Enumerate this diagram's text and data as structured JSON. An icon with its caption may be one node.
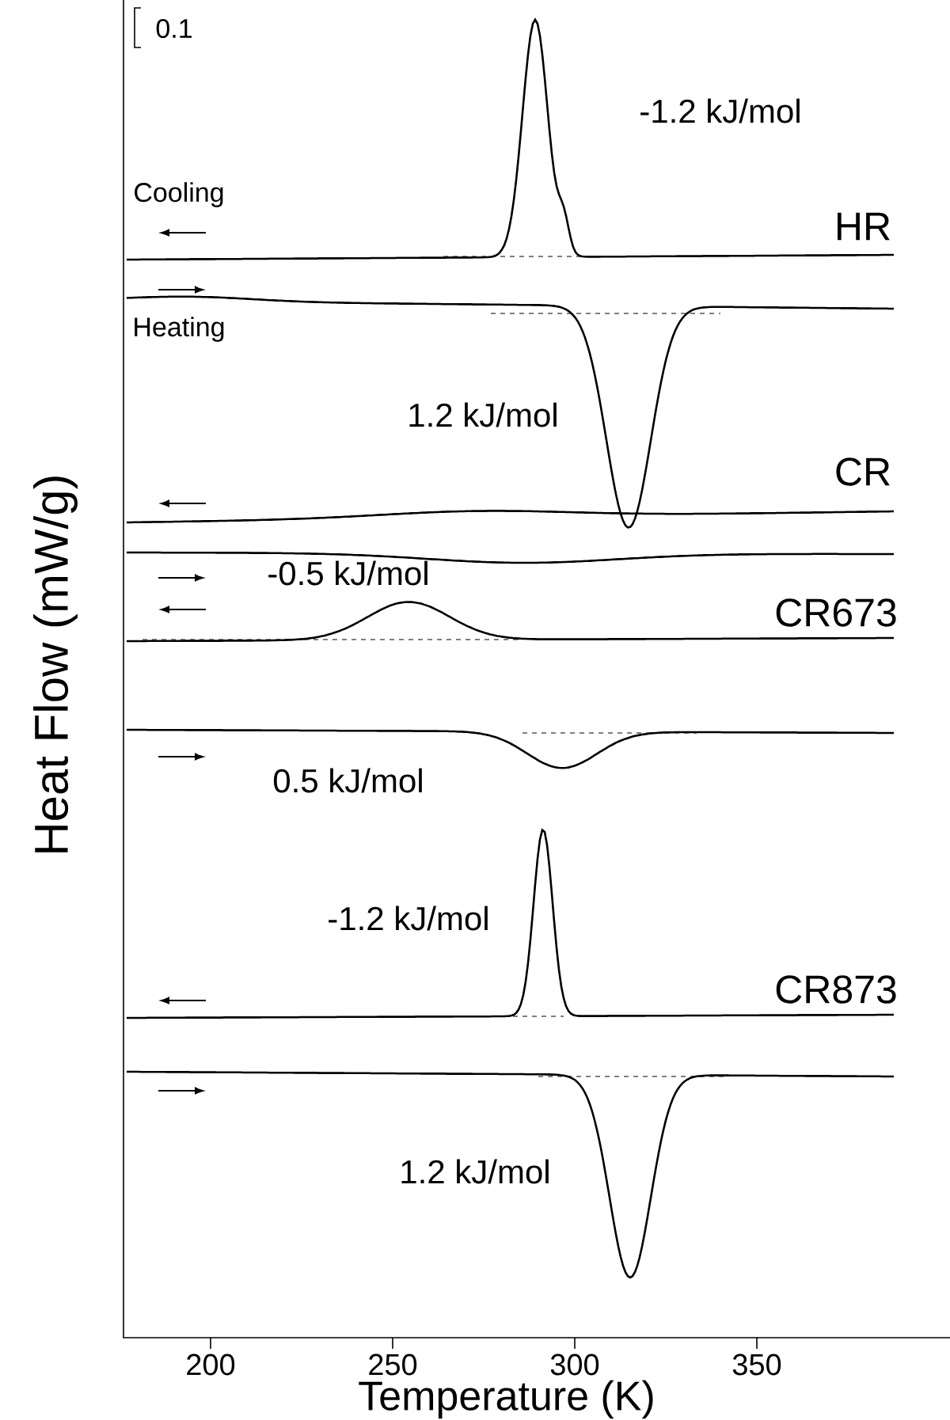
{
  "diagram": {
    "labels": [
      "0.1",
      "-1.2 kJ/mol",
      "Cooling",
      "HR",
      "Heating",
      "1.2 kJ/mol",
      "CR",
      "-0.5 kJ/mol",
      "CR673",
      "0.5 kJ/mol",
      "-1.2 kJ/mol",
      "CR873",
      "1.2 kJ/mol",
      "Heat Flow (mW/g)",
      "200",
      "250",
      "300",
      "350",
      "Temperature (K)"
    ]
  }
}
